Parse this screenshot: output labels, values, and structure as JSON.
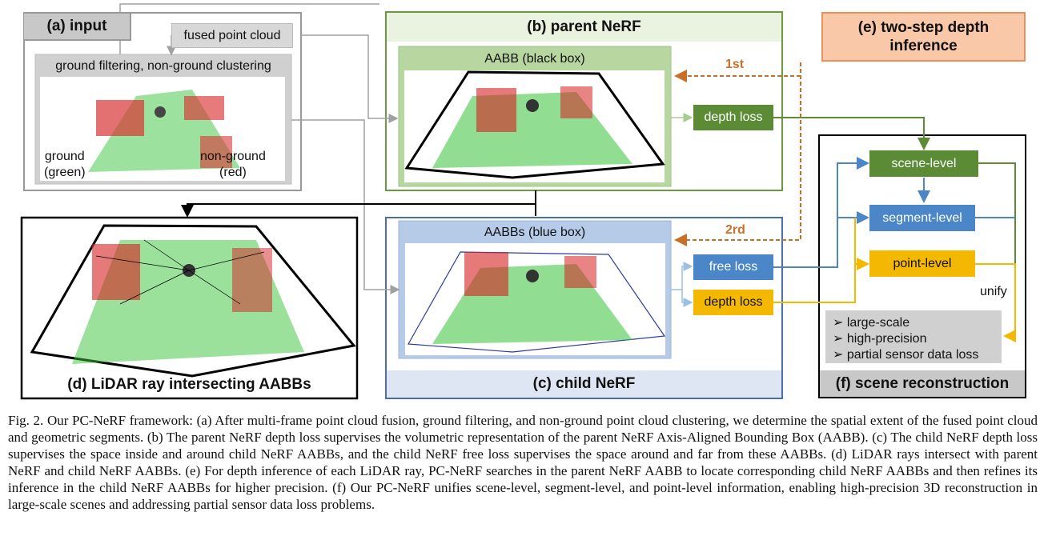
{
  "panels": {
    "input": {
      "title": "(a) input",
      "fused_label": "fused point cloud",
      "filter_label": "ground filtering, non-ground clustering",
      "ground_label": "ground\n(green)",
      "nonground_label": "non-ground\n(red)"
    },
    "parent": {
      "title": "(b) parent NeRF",
      "aabb_label": "AABB (black box)",
      "depth_loss": "depth loss"
    },
    "child": {
      "title": "(c) child NeRF",
      "aabbs_label": "AABBs  (blue box)",
      "free_loss": "free loss",
      "depth_loss": "depth loss"
    },
    "lidar": {
      "title": "(d) LiDAR ray intersecting AABBs"
    },
    "depth_inference": {
      "title": "(e) two-step depth inference",
      "step1": "1st",
      "step2": "2rd"
    },
    "reconstruction": {
      "title": "(f) scene reconstruction",
      "scene_level": "scene-level",
      "segment_level": "segment-level",
      "point_level": "point-level",
      "unify": "unify",
      "bullets": [
        "large-scale",
        "high-precision",
        "partial sensor data loss"
      ]
    }
  },
  "caption": "Fig. 2.  Our PC-NeRF framework: (a) After multi-frame point cloud fusion, ground filtering, and non-ground point cloud clustering, we determine the spatial extent of the fused point cloud and geometric segments. (b) The parent NeRF depth loss supervises the volumetric representation of the parent NeRF Axis-Aligned Bounding Box (AABB). (c) The child NeRF depth loss supervises the space inside and around child NeRF AABBs, and the child NeRF free loss supervises the space around and far from these AABBs. (d) LiDAR rays intersect with parent NeRF and child NeRF AABBs. (e) For depth inference of each LiDAR ray, PC-NeRF searches in the parent NeRF AABB to locate corresponding child NeRF AABBs and then refines its inference in the child NeRF AABBs for higher precision. (f) Our PC-NeRF unifies scene-level, segment-level, and point-level information, enabling high-precision 3D reconstruction in large-scale scenes and addressing partial sensor data loss problems.",
  "colors": {
    "green_panel": "#f0f6e8",
    "green_border": "#6a9a3e",
    "green_box": "#5b8c35",
    "blue_panel": "#e6ecf5",
    "blue_border": "#4a6ea8",
    "blue_box": "#4a86c8",
    "yellow_box": "#f5b800",
    "orange_box": "#f8c8a8",
    "orange_arrow": "#c8702a",
    "gray_header": "#d0d0d0"
  }
}
